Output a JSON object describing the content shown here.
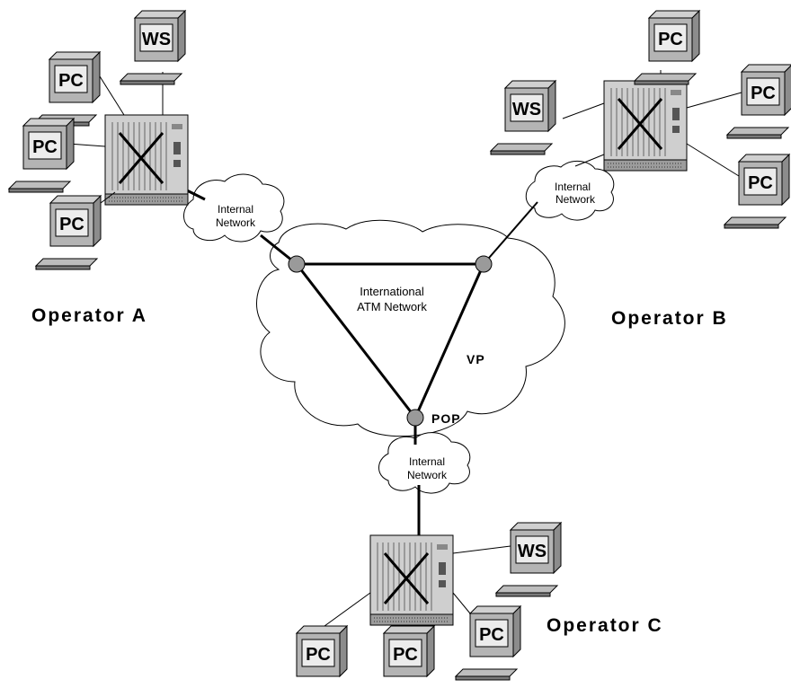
{
  "operators": [
    {
      "id": "a",
      "label": "Operator A"
    },
    {
      "id": "b",
      "label": "Operator B"
    },
    {
      "id": "c",
      "label": "Operator C"
    }
  ],
  "core_network": {
    "label_line1": "International",
    "label_line2": "ATM Network",
    "vp_label": "VP",
    "pop_label": "POP"
  },
  "internal_network": {
    "line1": "Internal",
    "line2": "Network"
  },
  "terminals": {
    "pc": "PC",
    "ws": "WS"
  },
  "colors": {
    "node_fill": "#9a9a9a",
    "terminal_fill": "#b4b4b4",
    "switch_fill": "#cfcfcf",
    "line": "#000000"
  }
}
